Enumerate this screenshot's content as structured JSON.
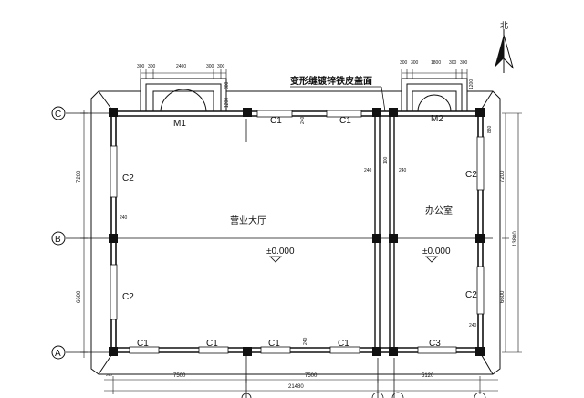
{
  "north": "北",
  "note": "变形缝镀锌铁皮盖面",
  "axes": {
    "A": "A",
    "B": "B",
    "C": "C"
  },
  "rooms": {
    "hall": "营业大厅",
    "hall_level": "±0.000",
    "office": "办公室",
    "office_level": "±0.000"
  },
  "doors": {
    "m1": "M1",
    "m2": "M2"
  },
  "windows": {
    "top_c1_a": "C1",
    "top_c1_b": "C1",
    "left_c2_top": "C2",
    "left_c2_bottom": "C2",
    "right_c2_top": "C2",
    "right_c2_bottom": "C2",
    "bottom_c1_a": "C1",
    "bottom_c1_b": "C1",
    "bottom_c1_c": "C1",
    "bottom_c1_d": "C1",
    "bottom_c3": "C3"
  },
  "dims": {
    "porch1": [
      "300",
      "300",
      "2400",
      "300",
      "300"
    ],
    "porch2": [
      "300",
      "300",
      "1800",
      "300",
      "300"
    ],
    "porch_depth": "1200",
    "porch_side": "300",
    "left_7200": "7200",
    "left_6600": "6600",
    "right_7200": "7200",
    "right_6600": "6600",
    "right_13800": "13800",
    "right_880": "880",
    "bottom_7500_a": "7500",
    "bottom_7500_b": "7500",
    "bottom_5120": "5120",
    "total_21480": "21480",
    "wall_240_a": "240",
    "wall_240_b": "240",
    "wall_240_c": "240",
    "wall_240_d": "240",
    "wall_240_e": "240",
    "wall_240_f": "240",
    "gap_100": "100",
    "wall_240_g": "240"
  }
}
